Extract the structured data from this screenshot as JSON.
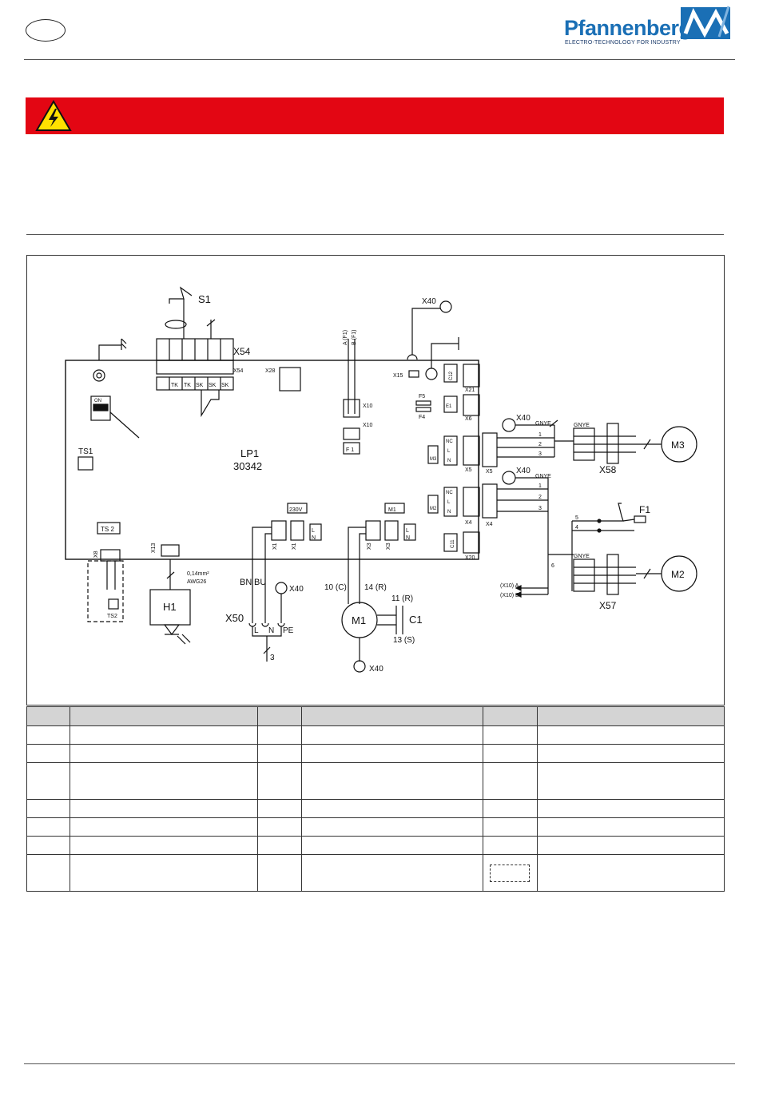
{
  "header": {
    "brand": "Pfannenberg",
    "tagline": "ELECTRO-TECHNOLOGY FOR INDUSTRY"
  },
  "colors": {
    "warning_bar": "#e30613",
    "warning_triangle": "#ffe000",
    "brand_blue": "#1a6fb5"
  },
  "icons": {
    "warning": "high-voltage-warning-icon",
    "logo": "pfannenberg-logo"
  },
  "diagram": {
    "board": {
      "name": "LP1",
      "number": "30342"
    },
    "labels": {
      "s1": "S1",
      "x54": "X54",
      "x54_small": "X54",
      "x28": "X28",
      "x40_a": "X40",
      "x40_b": "X40",
      "x40_c": "X40",
      "x40_d": "X40",
      "x40_e": "X40",
      "x15": "X15",
      "c12": "C12",
      "x21": "X21",
      "f5": "F5",
      "f4": "F4",
      "e1": "E1",
      "x6": "X6",
      "x10_a": "X10",
      "x10_b": "X10",
      "f1_box": "F 1",
      "af1": "A (F1)",
      "bf1": "B (F1)",
      "ts1": "TS1",
      "ts2_box": "TS 2",
      "ts2": "TS2",
      "x8": "X8",
      "x13": "X13",
      "h1": "H1",
      "awg_a": "0,14mm²",
      "awg_b": "AWG26",
      "c230": "230V",
      "x1_a": "X1",
      "x1_b": "X1",
      "m1_box": "M1",
      "x3_a": "X3",
      "x3_b": "X3",
      "bn": "BN",
      "bu": "BU",
      "x50": "X50",
      "l": "L",
      "n": "N",
      "pe": "PE",
      "three": "3",
      "m1": "M1",
      "c1": "C1",
      "m1_c": "10 (C)",
      "m1_r": "14 (R)",
      "c1_r": "11 (R)",
      "c1_s": "13 (S)",
      "m3_small": "M3",
      "m2_small": "M2",
      "x5_a": "X5",
      "x5_b": "X5",
      "x4_a": "X4",
      "x4_b": "X4",
      "c11": "C11",
      "x20": "X20",
      "gnye_a": "GNYE",
      "gnye_b": "GNYE",
      "gnye_c": "GNYE",
      "gnye_d": "GNYE",
      "m3": "M3",
      "m2": "M2",
      "x58": "X58",
      "x57": "X57",
      "f1": "F1",
      "x10a": "(X10) A",
      "x10b": "(X10) B",
      "nc": "NC",
      "on": "ON",
      "tk": "TK",
      "sk": "SK"
    }
  }
}
